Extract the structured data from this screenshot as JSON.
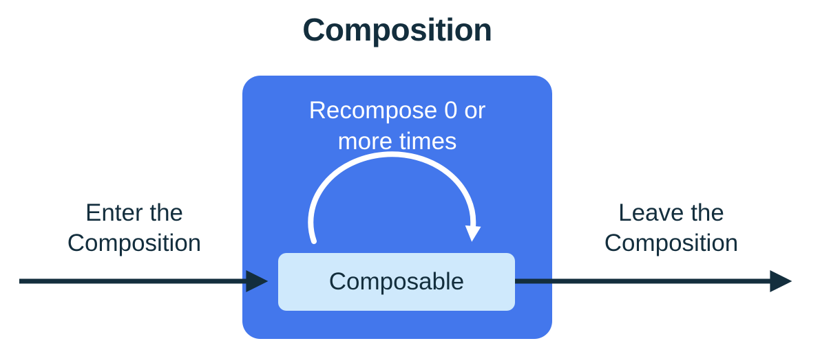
{
  "title": "Composition",
  "blue_box": {
    "recompose_label": {
      "line1": "Recompose 0 or",
      "line2": "more times"
    },
    "composable_label": "Composable"
  },
  "left_label": {
    "line1": "Enter the",
    "line2": "Composition"
  },
  "right_label": {
    "line1": "Leave the",
    "line2": "Composition"
  },
  "icons": {
    "enter_arrow": "right-arrow",
    "leave_arrow": "right-arrow",
    "recompose_arc": "curved-loop-arrow"
  },
  "colors": {
    "navy": "#132E3D",
    "blue": "#4377EC",
    "light_blue": "#CFE9FC",
    "white": "#FFFFFF",
    "background": "#FFFFFF"
  }
}
